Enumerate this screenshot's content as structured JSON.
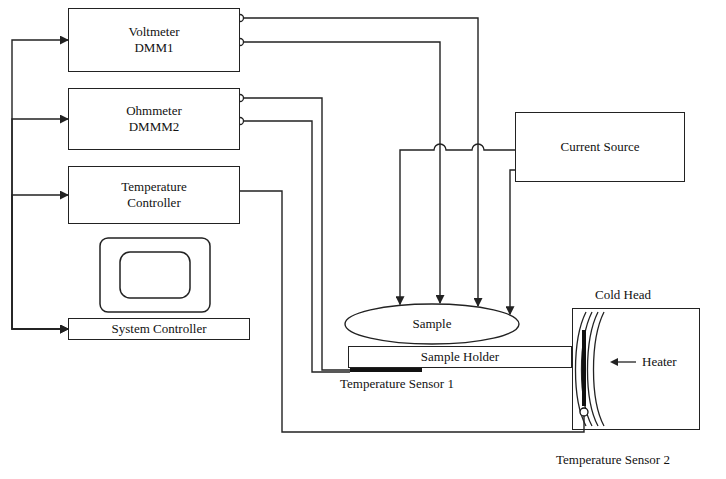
{
  "diagram": {
    "nodes": [
      {
        "text": [
          "Voltmeter DMM1"
        ]
      },
      {
        "text": [
          "Ohmmeter DMMM2"
        ]
      },
      {
        "text": [
          "Temperature Controller"
        ]
      },
      {
        "text": [
          "System Controller"
        ]
      },
      {
        "text": [
          "Current Source"
        ]
      },
      {
        "text": [
          "Sample"
        ]
      },
      {
        "text": [
          "Sample Holder"
        ]
      },
      {
        "text": [
          "Cold Head"
        ]
      }
    ],
    "edges": [
      {
        "from": 3,
        "to": 0,
        "arrow": "both"
      },
      {
        "from": 3,
        "to": 1,
        "arrow": "both"
      },
      {
        "from": 3,
        "to": 2,
        "arrow": "both"
      },
      {
        "from": 0,
        "to": 5,
        "arrow": "to"
      },
      {
        "from": 0,
        "to": 5,
        "arrow": "to"
      },
      {
        "from": 4,
        "to": 5,
        "arrow": "to"
      },
      {
        "from": 4,
        "to": 5,
        "arrow": "to"
      }
    ],
    "labels": [
      "Heater",
      "Temperature Sensor 1",
      "Temperature Sensor 2"
    ]
  }
}
